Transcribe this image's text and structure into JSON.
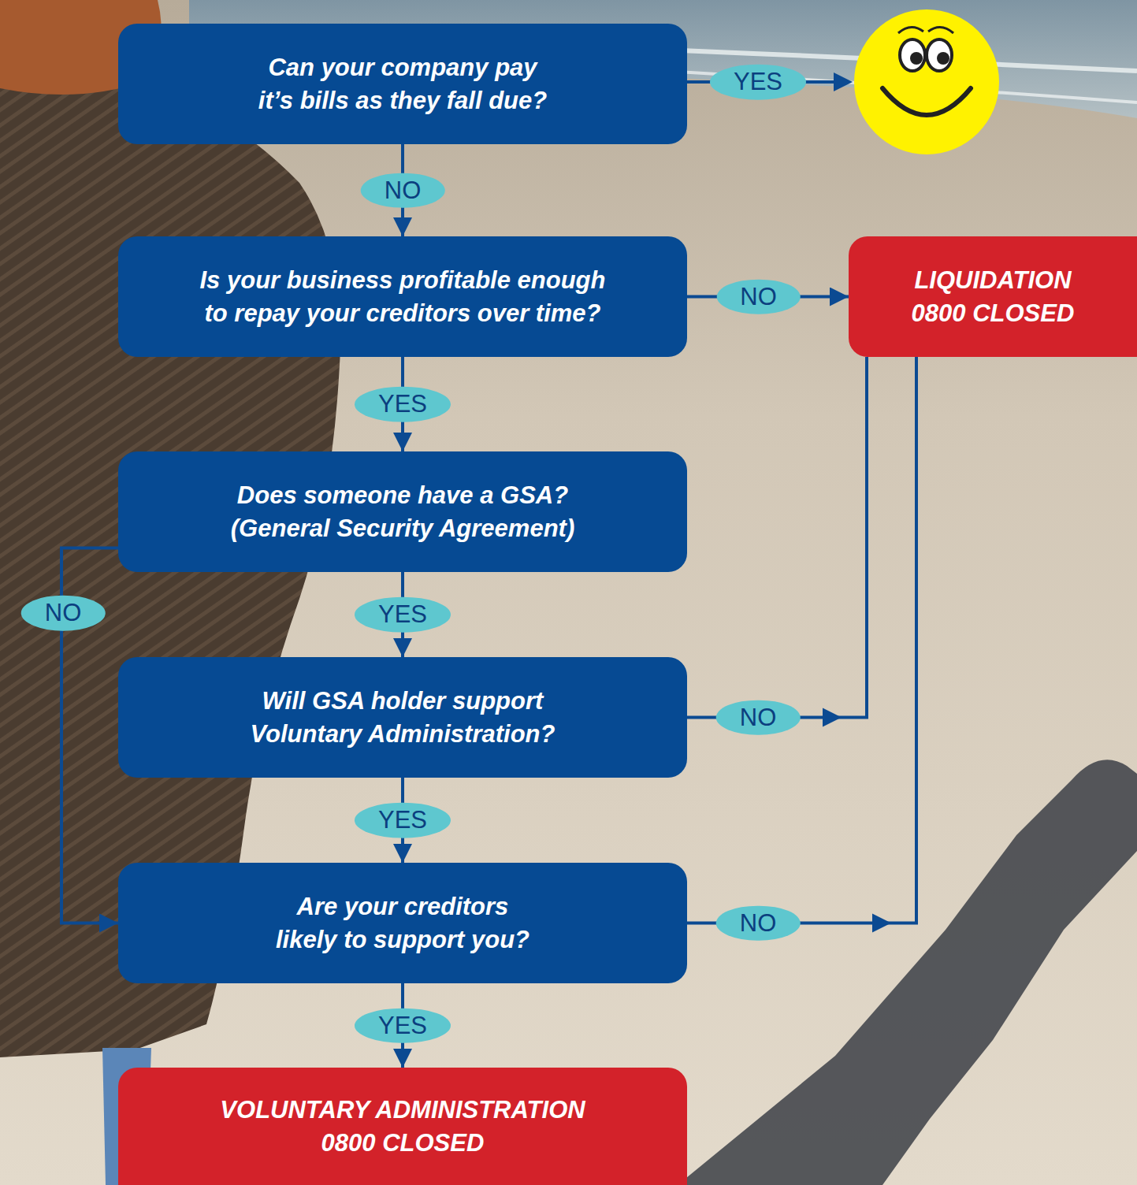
{
  "diagram": {
    "nodes": [
      {
        "text": [
          "Can your company pay it’s bills as they fall due?"
        ]
      },
      {
        "text": [
          "Is your business profitable enough to repay your creditors over time?"
        ]
      },
      {
        "text": [
          "LIQUIDATION",
          "0800 CLOSED"
        ]
      },
      {
        "text": [
          "Does someone have a GSA? (General Security Agreement)"
        ]
      },
      {
        "text": [
          "Will GSA holder support Voluntary Administration?"
        ]
      },
      {
        "text": [
          "Are your creditors likely to support you?"
        ]
      },
      {
        "text": [
          "VOLUNTARY ADMINISTRATION",
          "0800 CLOSED"
        ]
      }
    ],
    "edges": [
      {
        "from": 0,
        "to": 1,
        "arrow": "to",
        "label": "NO"
      },
      {
        "from": 1,
        "to": 2,
        "arrow": "to",
        "label": "NO"
      },
      {
        "from": 1,
        "to": 3,
        "arrow": "to",
        "label": "YES"
      },
      {
        "from": 3,
        "to": 4,
        "arrow": "to",
        "label": "YES"
      },
      {
        "from": 3,
        "to": 5,
        "arrow": "to",
        "label": "NO"
      },
      {
        "from": 4,
        "to": 2,
        "arrow": "to",
        "label": "NO"
      },
      {
        "from": 4,
        "to": 5,
        "arrow": "to",
        "label": "YES"
      },
      {
        "from": 5,
        "to": 2,
        "arrow": "to",
        "label": "NO"
      },
      {
        "from": 5,
        "to": 6,
        "arrow": "to",
        "label": "YES"
      }
    ],
    "labels": [
      "YES"
    ]
  }
}
